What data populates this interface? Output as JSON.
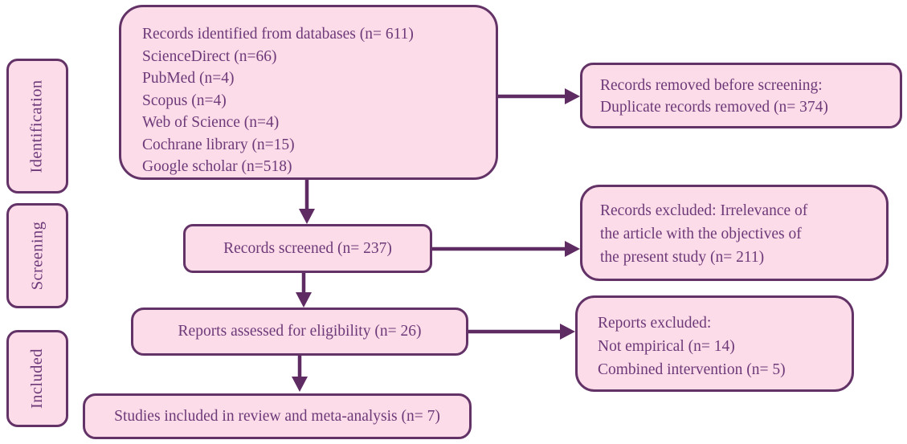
{
  "palette": {
    "background": "#ffffff",
    "box_fill": "#fbdce8",
    "box_border": "#633267",
    "text_color": "#6e3979",
    "arrow_color": "#5e2b62"
  },
  "sidebar": {
    "stages": [
      {
        "id": "identification",
        "label": "Identification"
      },
      {
        "id": "screening",
        "label": "Screening"
      },
      {
        "id": "included",
        "label": "Included"
      }
    ]
  },
  "flow": {
    "identified": {
      "lines": [
        "Records identified from databases (n= 611)",
        "ScienceDirect (n=66)",
        "PubMed (n=4)",
        "Scopus (n=4)",
        "Web of Science (n=4)",
        "Cochrane library (n=15)",
        "Google scholar (n=518)"
      ]
    },
    "removed_before_screening": {
      "lines": [
        "Records removed before screening:",
        "Duplicate records removed (n= 374)"
      ]
    },
    "screened": {
      "label": "Records screened (n= 237)"
    },
    "records_excluded": {
      "lines": [
        "Records excluded: Irrelevance of",
        "the article with the objectives of",
        "the present study (n= 211)"
      ]
    },
    "assessed": {
      "label": "Reports assessed for eligibility (n= 26)"
    },
    "reports_excluded": {
      "lines": [
        "Reports excluded:",
        "Not empirical (n= 14)",
        "Combined intervention (n= 5)"
      ]
    },
    "included_studies": {
      "label": "Studies included in review and meta-analysis (n= 7)"
    }
  }
}
